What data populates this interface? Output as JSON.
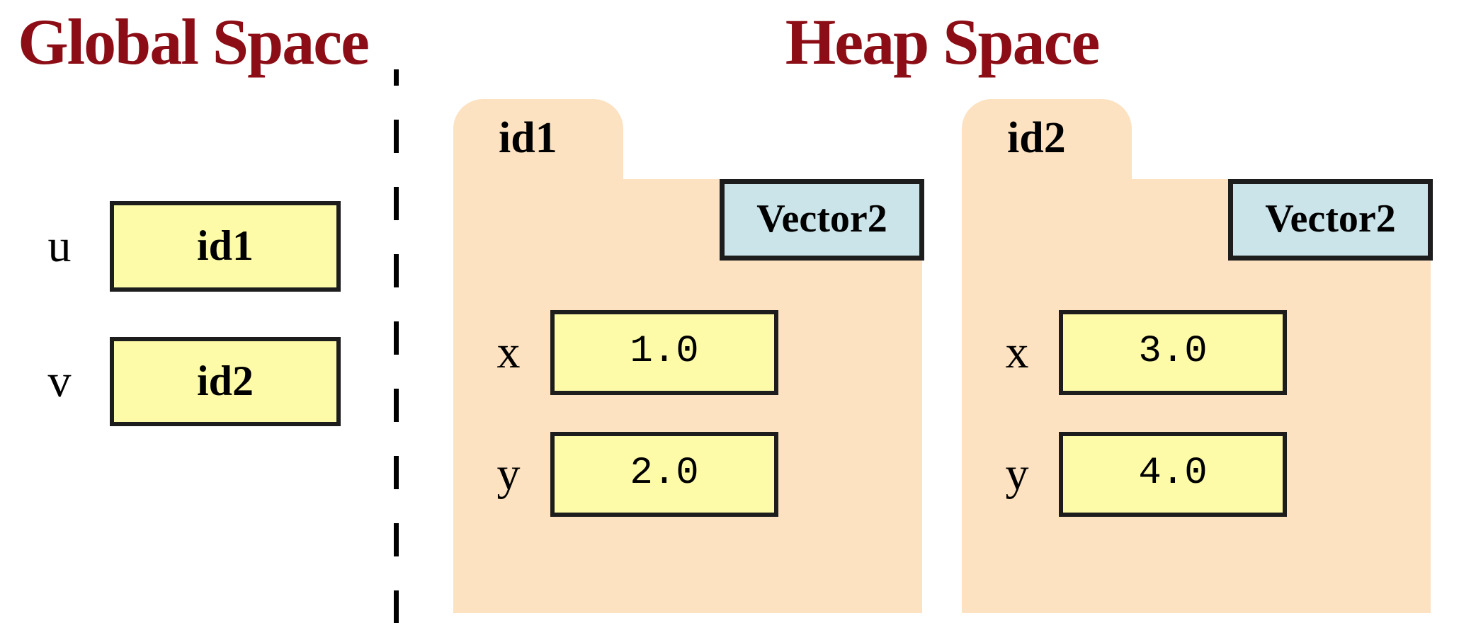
{
  "titles": {
    "global": "Global Space",
    "heap": "Heap Space"
  },
  "colors": {
    "title_text": "#8C0D15",
    "folder_fill": "#FCE2C1",
    "value_box_fill": "#FEFBA8",
    "class_box_fill": "#CBE4E9",
    "border": "#1D1D1D",
    "divider": "#000000"
  },
  "global_space": {
    "variables": [
      {
        "name": "u",
        "value": "id1"
      },
      {
        "name": "v",
        "value": "id2"
      }
    ]
  },
  "heap_space": {
    "objects": [
      {
        "id": "id1",
        "class_name": "Vector2",
        "fields": [
          {
            "name": "x",
            "value": "1.0"
          },
          {
            "name": "y",
            "value": "2.0"
          }
        ]
      },
      {
        "id": "id2",
        "class_name": "Vector2",
        "fields": [
          {
            "name": "x",
            "value": "3.0"
          },
          {
            "name": "y",
            "value": "4.0"
          }
        ]
      }
    ]
  }
}
